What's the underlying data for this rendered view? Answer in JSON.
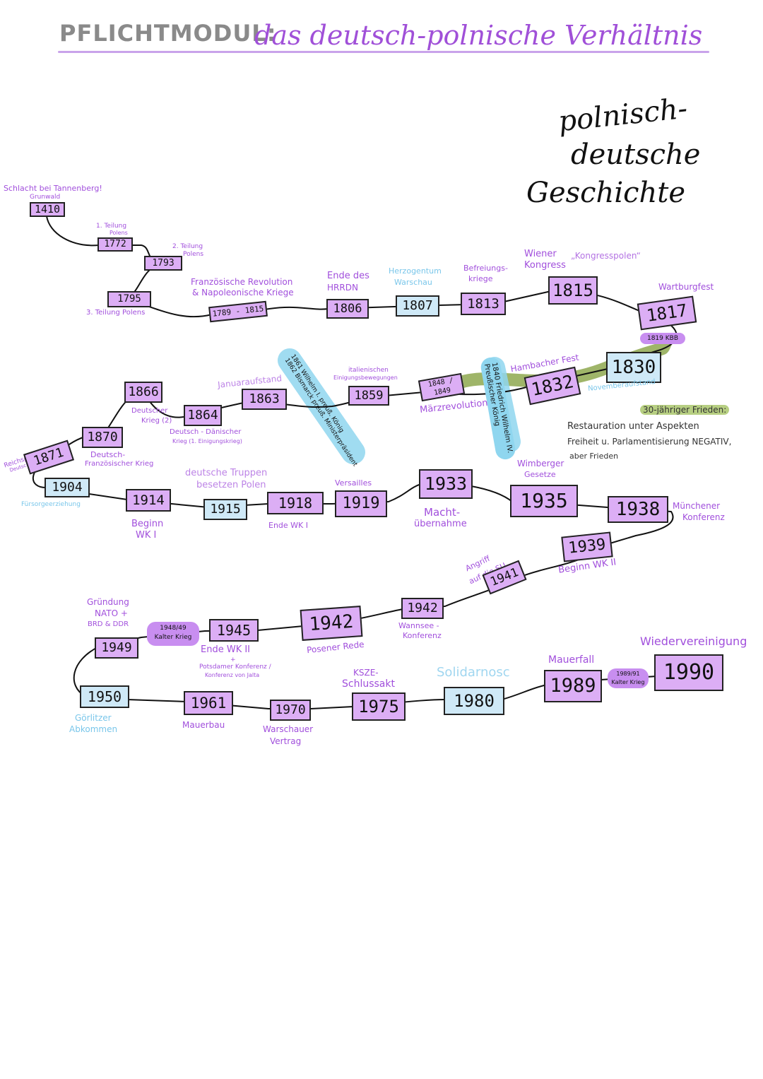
{
  "title": {
    "main": "PFLICHTMODUL:",
    "sub": "das deutsch-polnische Verhältnis"
  },
  "heading": [
    "polnisch-",
    "deutsche",
    "Geschichte"
  ],
  "colors": {
    "purple_box": "#dcaef5",
    "blue_box": "#cfe9f7",
    "purple_text": "#a14fdc",
    "blue_text": "#79c6ea",
    "green_band": "#8ea84f",
    "blue_band": "#8fd6ef"
  },
  "years": {
    "y1410": "1410",
    "y1772": "1772",
    "y1793": "1793",
    "y1795": "1795",
    "y1789": "1789 - 1815",
    "y1806": "1806",
    "y1807": "1807",
    "y1813": "1813",
    "y1815": "1815",
    "y1817": "1817",
    "y1830": "1830",
    "y1832": "1832",
    "y1848": "1848 / 1849",
    "y1859": "1859",
    "y1863": "1863",
    "y1864": "1864",
    "y1866": "1866",
    "y1870": "1870",
    "y1871": "1871",
    "y1904": "1904",
    "y1914": "1914",
    "y1915": "1915",
    "y1918": "1918",
    "y1919": "1919",
    "y1933": "1933",
    "y1935": "1935",
    "y1938": "1938",
    "y1939": "1939",
    "y1941": "1941",
    "y1942b": "1942",
    "y1942a": "1942",
    "y1945": "1945",
    "y1949": "1949",
    "y1950": "1950",
    "y1961": "1961",
    "y1970": "1970",
    "y1975": "1975",
    "y1980": "1980",
    "y1989": "1989",
    "y1990": "1990"
  },
  "labels": {
    "tannenberg": "Schlacht bei Tannenberg!",
    "grunwald": "Grunwald",
    "teilung1": "1. Teilung",
    "teilung1b": "Polens",
    "teilung2": "2. Teilung",
    "teilung2b": "Polens",
    "teilung3": "3. Teilung Polens",
    "revolution1": "Französische Revolution",
    "revolution2": "& Napoleonische Kriege",
    "hrrdn1": "Ende des",
    "hrrdn2": "HRRDN",
    "warschau1": "Herzogentum",
    "warschau2": "Warschau",
    "befreiung1": "Befreiungs-",
    "befreiung2": "kriege",
    "wiener1": "Wiener",
    "wiener2": "Kongress",
    "kongress_note": "„Kongresspolen“",
    "wartburg": "Wartburgfest",
    "kbb": "1819 KBB",
    "hambach": "Hambacher Fest",
    "november": "Novemberaufstand",
    "friede_head": "30-jähriger Frieden:",
    "friede_line1": "Restauration unter Aspekten",
    "friede_line2": "Freiheit u. Parlamentisierung NEGATIV,",
    "friede_line3": "aber Frieden",
    "maerz": "Märzrevolution",
    "italien1": "italienischen",
    "italien2": "Einigungsbewegungen",
    "januar": "Januaraufstand",
    "rot_wilhelm1": "1861 Wilhelm I. preuß. König",
    "rot_wilhelm2": "1862 Bismarck preuß. Ministerpräsident",
    "rot_friedrich1": "1840 Friedrich Wilhelm IV.",
    "rot_friedrich2": "Preußischer König",
    "dtkrieg1": "Deutscher",
    "dtkrieg2": "Krieg (2)",
    "daenisch1": "Deutsch - Dänischer",
    "daenisch2": "Krieg (1. Einigungskrieg)",
    "franz1": "Deutsch-",
    "franz2": "Französischer Krieg",
    "reich1": "Reichsproklamation",
    "reich2": "Deutsches Kaiserreich",
    "fuersorge": "Fürsorgeerziehung",
    "truppen1": "deutsche Truppen",
    "truppen2": "besetzen Polen",
    "beginn1": "Beginn",
    "beginn2": "WK I",
    "ende_wk1": "Ende WK I",
    "versailles": "Versailles",
    "macht1": "Macht-",
    "macht2": "übernahme",
    "wimberger1": "Wimberger",
    "wimberger2": "Gesetze",
    "muenchen1": "Münchener",
    "muenchen2": "Konferenz",
    "beginn_wk2": "Beginn WK II",
    "angriff1": "Angriff",
    "angriff2": "auf die SU",
    "wannsee1": "Wannsee -",
    "wannsee2": "Konferenz",
    "posener": "Posener Rede",
    "ende_wk2": "Ende WK II",
    "plus": "+",
    "potsdam1": "Potsdamer Konferenz /",
    "potsdam2": "Konferenz von Jalta",
    "kalter1_year": "1948/49",
    "kalter1": "Kalter Krieg",
    "gruendung1": "Gründung",
    "gruendung2": "NATO +",
    "gruendung3": "BRD & DDR",
    "goerlitz1": "Görlitzer",
    "goerlitz2": "Abkommen",
    "mauerbau": "Mauerbau",
    "warschauer1": "Warschauer",
    "warschauer2": "Vertrag",
    "ksze1": "KSZE-",
    "ksze2": "Schlussakt",
    "solidarnosc": "Solidarnosc",
    "mauerfall": "Mauerfall",
    "kalter2_year": "1989/91",
    "kalter2": "Kalter Krieg",
    "wieder": "Wiedervereinigung"
  }
}
